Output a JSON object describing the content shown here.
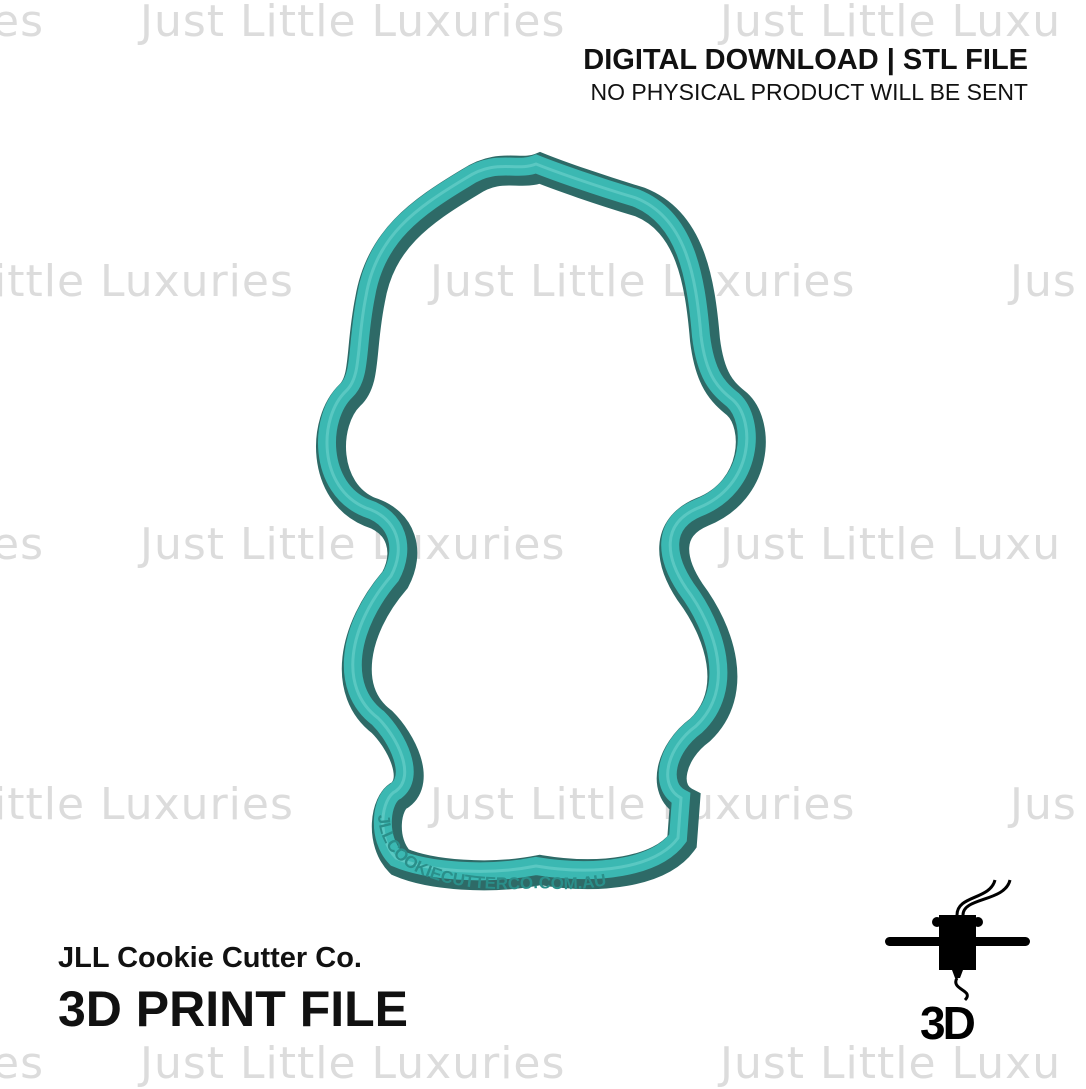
{
  "watermark": {
    "text": "Just Little Luxuries",
    "frag_es": "es",
    "frag_ittle": "ittle Luxuries",
    "frag_jus": "Jus",
    "frag_jlu": "Just Little Luxu"
  },
  "header": {
    "title": "DIGITAL DOWNLOAD | STL FILE",
    "subtitle": "NO PHYSICAL PRODUCT WILL BE SENT"
  },
  "footer": {
    "brand": "JLL Cookie Cutter Co.",
    "label": "3D PRINT FILE"
  },
  "cutter": {
    "embossed_text": "JLLCOOKIECUTTERCO.COM.AU",
    "color": "#3bb8b2",
    "shade": "#2e6a67"
  },
  "icon": {
    "name": "3d-printer-icon",
    "text": "3D"
  }
}
